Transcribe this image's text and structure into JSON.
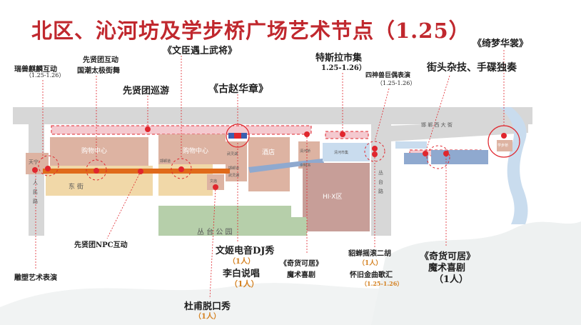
{
  "title": "北区、沁河坊及学步桥广场艺术节点（1.25）",
  "map_labels": {
    "mall_1": "购物中心",
    "mall_2": "购物中心",
    "hotel": "酒店",
    "hix": "HI·X区",
    "park": "丛 台 公 园",
    "road_handan_west": "邯 郸 西 大 街",
    "road_congtai": "丛 台 路",
    "road_renmin": "人 民 路",
    "east_street": "东 街",
    "tianning": "天宁",
    "handan_1": "邯郸道",
    "handan_2": "邯郸道",
    "wuling": "武灵湖",
    "wuling_2": "武灵湖",
    "xuebu_gate": "学步桥",
    "wenmiao": "文庙",
    "qinghe": "清河桥",
    "chongming": "崇明书",
    "qinghe_market": "清河市集"
  },
  "annotations": {
    "ruishou": {
      "title": "瑞兽麒麟互动",
      "date": "（1.25-1.26）"
    },
    "xianxian_hudong": {
      "line1": "先贤团互动",
      "line2": "国潮太极街舞"
    },
    "wenchen": {
      "title": "《文臣遇上武将》"
    },
    "xianxian_xunyou": {
      "title": "先贤团巡游"
    },
    "guzhao": {
      "title": "《古赵华章》"
    },
    "tesila": {
      "title": "特斯拉市集",
      "date": "1.25-1.26）"
    },
    "sishen": {
      "title": "四神兽巨偶表演",
      "date": "（1.25-1.26）"
    },
    "qimeng": {
      "title": "《绮梦华裳》"
    },
    "jietou": {
      "title": "街头杂技、手碟独奏"
    },
    "npc": {
      "title": "先贤团NPC互动"
    },
    "diaosu": {
      "title": "雕塑艺术表演"
    },
    "wenji": {
      "title": "文姬电音DJ秀",
      "count": "（1人）"
    },
    "libai": {
      "title": "李白说唱",
      "count": "（1人）"
    },
    "dufu": {
      "title": "杜甫脱口秀",
      "count": "（1人）"
    },
    "qihuo_1": {
      "line1": "《奇货可居》",
      "line2": "魔术喜剧"
    },
    "diaochan": {
      "title": "貂蝉摇滚二胡",
      "count": "（1人）"
    },
    "huaijiu": {
      "title": "怀旧金曲歌汇",
      "date": "（1.25-1.26）"
    },
    "qihuo_2": {
      "line1": "《奇货可居》",
      "line2": "魔术喜剧",
      "count": "（1人）"
    }
  },
  "colors": {
    "title_red": "#c0282e",
    "marker_red": "#e0262d",
    "route_orange": "#e06a1a",
    "street_pink": "#f4c9cf",
    "mall_tan": "#ddb3a2",
    "park_green": "#b6cfaa",
    "hix_gray": "#c79e98",
    "east_street_yellow": "#f1d8a8",
    "river_blue": "#c9dcee",
    "road_gray": "#d7d7d7",
    "count_orange": "#d4801f"
  }
}
